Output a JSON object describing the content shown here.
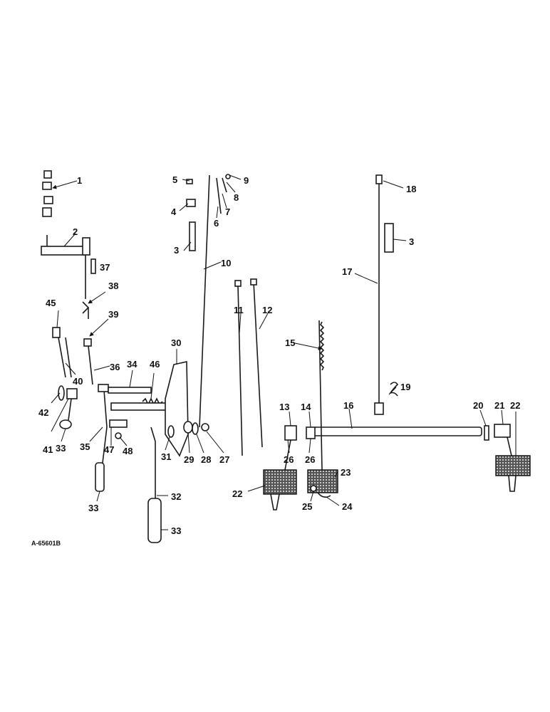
{
  "diagram": {
    "drawing_number": "A-65601B",
    "callouts": [
      "1",
      "2",
      "3",
      "4",
      "5",
      "6",
      "7",
      "8",
      "9",
      "10",
      "11",
      "12",
      "13",
      "14",
      "15",
      "16",
      "17",
      "18",
      "19",
      "20",
      "21",
      "22",
      "23",
      "24",
      "25",
      "26",
      "27",
      "28",
      "29",
      "30",
      "31",
      "32",
      "33",
      "34",
      "35",
      "36",
      "37",
      "38",
      "39",
      "40",
      "41",
      "42",
      "45",
      "46",
      "47",
      "48"
    ]
  }
}
